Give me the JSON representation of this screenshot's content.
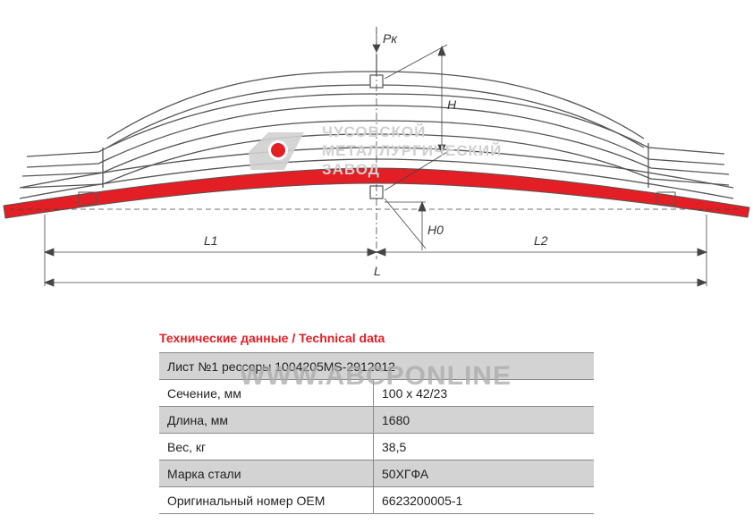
{
  "drawing": {
    "labels": {
      "pk": "Pк",
      "h": "H",
      "h0": "H0",
      "l1": "L1",
      "l2": "L2",
      "l": "L"
    },
    "colors": {
      "main_leaf": "#e31e24",
      "outline": "#555555",
      "watermark": "#d0d0d0"
    }
  },
  "watermark": {
    "logo_lines": [
      "ЧУСОВСКОЙ",
      "МЕТАЛЛУРГИЧЕСКИЙ",
      "ЗАВОД"
    ],
    "site": "WWW.ABCPONLINE"
  },
  "tech": {
    "title": "Технические данные / Technical data",
    "header": "Лист №1 рессоры 1004205MS-2912012",
    "rows": [
      {
        "label": "Сечение, мм",
        "value": "100 x 42/23"
      },
      {
        "label": "Длина, мм",
        "value": "1680"
      },
      {
        "label": "Вес, кг",
        "value": "38,5"
      },
      {
        "label": "Марка стали",
        "value": "50ХГФА"
      },
      {
        "label": "Оригинальный номер OEM",
        "value": "6623200005-1"
      }
    ]
  }
}
